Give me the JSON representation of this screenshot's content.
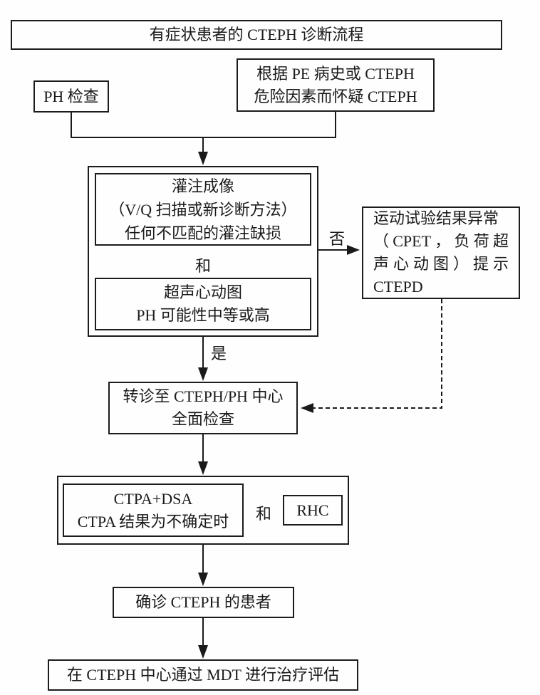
{
  "diagram": {
    "title": "有症状患者的 CTEPH 诊断流程",
    "ph_check": "PH 检查",
    "suspect": {
      "line1": "根据 PE 病史或 CTEPH",
      "line2": "危险因素而怀疑 CTEPH"
    },
    "perfusion": {
      "line1": "灌注成像",
      "line2": "（V/Q 扫描或新诊断方法）",
      "line3": "任何不匹配的灌注缺损"
    },
    "and_inner": "和",
    "echo": {
      "line1": "超声心动图",
      "line2": "PH 可能性中等或高"
    },
    "no_label": "否",
    "yes_label": "是",
    "exercise": {
      "line1": "运动试验结果异常",
      "line2": "（CPET，负荷超",
      "line3": "声心动图）提示",
      "line4": "CTEPD"
    },
    "referral": {
      "line1": "转诊至 CTEPH/PH 中心",
      "line2": "全面检查"
    },
    "ctpa": {
      "line1": "CTPA+DSA",
      "line2": "CTPA 结果为不确定时"
    },
    "and_ctpa": "和",
    "rhc": "RHC",
    "confirmed": "确诊 CTEPH 的患者",
    "mdt": "在 CTEPH 中心通过 MDT 进行治疗评估",
    "colors": {
      "ink": "#1a1a1a",
      "background": "#fefefe"
    }
  }
}
